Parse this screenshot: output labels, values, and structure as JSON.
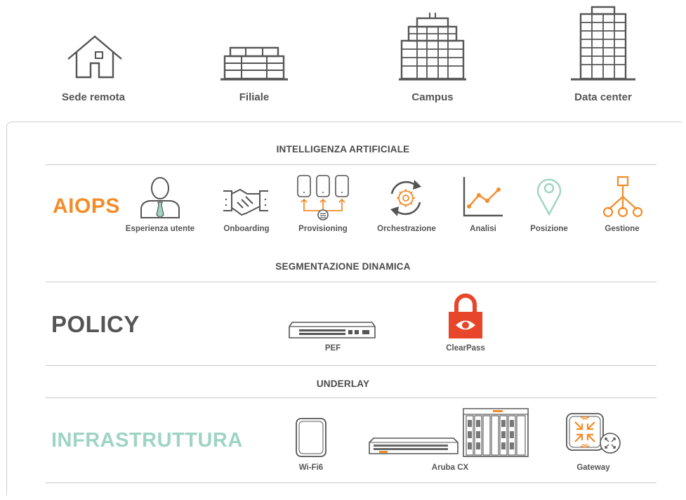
{
  "sites": [
    {
      "label": "Sede remota",
      "icon": "house-icon"
    },
    {
      "label": "Filiale",
      "icon": "branch-building-icon"
    },
    {
      "label": "Campus",
      "icon": "campus-building-icon"
    },
    {
      "label": "Data center",
      "icon": "datacenter-building-icon"
    }
  ],
  "sections": {
    "ai_title": "INTELLIGENZA ARTIFICIALE",
    "seg_title": "SEGMENTAZIONE DINAMICA",
    "underlay_title": "UNDERLAY"
  },
  "layers": {
    "aiops": {
      "label": "AIOPS",
      "color": "#f28c28"
    },
    "policy": {
      "label": "POLICY",
      "color": "#555555"
    },
    "infra": {
      "label": "INFRASTRUTTURA",
      "color": "#9fd4c4"
    }
  },
  "aiops_items": [
    {
      "label": "Esperienza utente",
      "icon": "user-icon"
    },
    {
      "label": "Onboarding",
      "icon": "handshake-icon"
    },
    {
      "label": "Provisioning",
      "icon": "provisioning-icon"
    },
    {
      "label": "Orchestrazione",
      "icon": "orchestration-icon"
    },
    {
      "label": "Analisi",
      "icon": "analytics-chart-icon"
    },
    {
      "label": "Posizione",
      "icon": "location-pin-icon"
    },
    {
      "label": "Gestione",
      "icon": "management-tree-icon"
    }
  ],
  "policy_items": [
    {
      "label": "PEF",
      "icon": "switch-device-icon"
    },
    {
      "label": "ClearPass",
      "icon": "clearpass-lock-icon"
    }
  ],
  "infra_items": [
    {
      "label": "Wi-Fi6",
      "icon": "access-point-icon"
    },
    {
      "label": "Aruba CX",
      "icon": "switch-chassis-icon"
    },
    {
      "label": "Gateway",
      "icon": "gateway-icon"
    }
  ],
  "colors": {
    "orange": "#f28c28",
    "dark": "#555555",
    "teal": "#9fd4c4",
    "red": "#e8462a"
  }
}
